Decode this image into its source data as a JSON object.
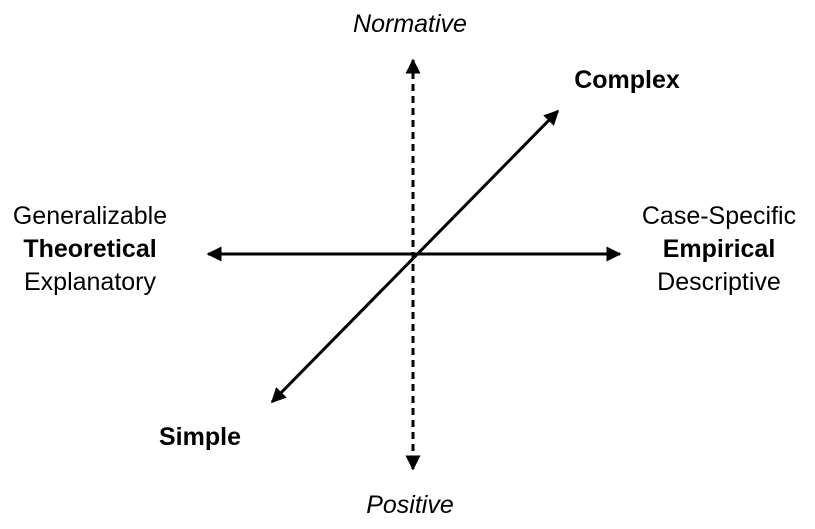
{
  "diagram": {
    "top_label": "Normative",
    "bottom_label": "Positive",
    "upper_right_label": "Complex",
    "lower_left_label": "Simple",
    "left_labels": [
      "Generalizable",
      "Theoretical",
      "Explanatory"
    ],
    "right_labels": [
      "Case-Specific",
      "Empirical",
      "Descriptive"
    ],
    "line_color": "#000000"
  }
}
